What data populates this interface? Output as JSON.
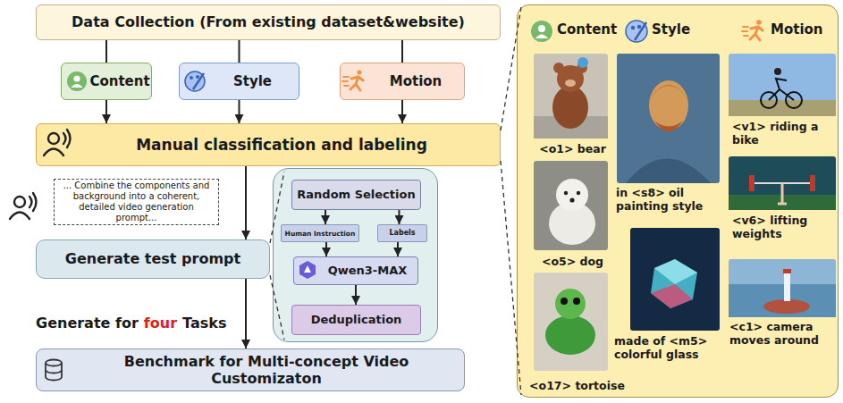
{
  "diagram": {
    "nodes": [
      {
        "text": [
          "Data Collection (From existing dataset&website)"
        ]
      },
      {
        "text": [
          "Content"
        ]
      },
      {
        "text": [
          "Style"
        ]
      },
      {
        "text": [
          "Motion"
        ]
      },
      {
        "text": [
          "Manual classification and labeling"
        ]
      },
      {
        "text": [
          "... Combine the components and background into a coherent, detailed video generation prompt..."
        ]
      },
      {
        "text": [
          "Generate test prompt"
        ]
      },
      {
        "text": []
      },
      {
        "text": [
          "Random Selection"
        ],
        "in": 7
      },
      {
        "text": [
          "Human Instruction"
        ],
        "in": 7
      },
      {
        "text": [
          "Labels"
        ],
        "in": 7
      },
      {
        "text": [
          "Qwen3-MAX"
        ],
        "in": 7
      },
      {
        "text": [
          "Deduplication"
        ],
        "in": 7
      },
      {
        "text": [
          "Benchmark for Multi-concept Video Customizaton"
        ]
      },
      {
        "text": [
          "Content",
          "Style",
          "Motion",
          "<o1> bear",
          "in <s8> oil painting style",
          "<v1> riding a bike",
          "<v6> lifting weights",
          "<o5> dog",
          "made of <m5> colorful glass",
          "<o17> tortoise",
          "<c1> camera moves around"
        ]
      }
    ],
    "edges": [
      {
        "from": 0,
        "to": 1,
        "arrow": "none"
      },
      {
        "from": 0,
        "to": 2,
        "arrow": "none"
      },
      {
        "from": 0,
        "to": 3,
        "arrow": "none"
      },
      {
        "from": 1,
        "to": 4,
        "arrow": "to"
      },
      {
        "from": 2,
        "to": 4,
        "arrow": "to"
      },
      {
        "from": 3,
        "to": 4,
        "arrow": "to"
      },
      {
        "from": 4,
        "to": 6,
        "arrow": "to"
      },
      {
        "from": 6,
        "to": 13,
        "arrow": "to"
      },
      {
        "from": 8,
        "to": 9,
        "arrow": "to"
      },
      {
        "from": 8,
        "to": 10,
        "arrow": "to"
      },
      {
        "from": 9,
        "to": 11,
        "arrow": "to"
      },
      {
        "from": 10,
        "to": 11,
        "arrow": "to"
      },
      {
        "from": 11,
        "to": 12,
        "arrow": "to"
      }
    ],
    "labels": [
      "Generate for",
      "four",
      "Tasks"
    ]
  }
}
